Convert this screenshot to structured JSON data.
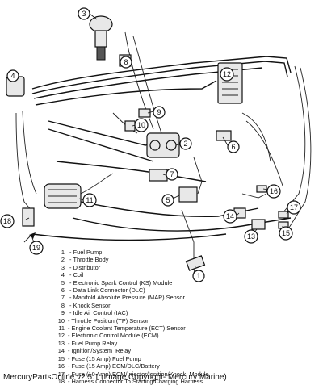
{
  "callouts": [
    "1",
    "2",
    "3",
    "4",
    "5",
    "6",
    "7",
    "8",
    "9",
    "10",
    "11",
    "12",
    "13",
    "14",
    "15",
    "16",
    "17",
    "18",
    "19"
  ],
  "legend": [
    {
      "num": "1",
      "sep": " - ",
      "label": "Fuel Pump"
    },
    {
      "num": "2",
      "sep": " - ",
      "label": "Throttle Body"
    },
    {
      "num": "3",
      "sep": " - ",
      "label": "Distributor"
    },
    {
      "num": "4",
      "sep": " - ",
      "label": "Coil"
    },
    {
      "num": "5",
      "sep": " - ",
      "label": "Electronic Spark Control (KS) Module"
    },
    {
      "num": "6",
      "sep": " - ",
      "label": "Data Link Connector (DLC)"
    },
    {
      "num": "7",
      "sep": " - ",
      "label": "Manifold Absolute Pressure (MAP) Sensor"
    },
    {
      "num": "8",
      "sep": " - ",
      "label": "Knock Sensor"
    },
    {
      "num": "9",
      "sep": " - ",
      "label": "Idle Air Control (IAC)"
    },
    {
      "num": "10",
      "sep": "- ",
      "label": "Throttle Position (TP) Sensor"
    },
    {
      "num": "11",
      "sep": "- ",
      "label": "Engine Coolant Temperature (ECT) Sensor"
    },
    {
      "num": "12",
      "sep": "- ",
      "label": "Electronic Control Module (ECM)"
    },
    {
      "num": "13",
      "sep": "- ",
      "label": "Fuel Pump Relay"
    },
    {
      "num": "14",
      "sep": "- ",
      "label": "Ignition/System  Relay"
    },
    {
      "num": "15",
      "sep": "- ",
      "label": "Fuse (15 Amp) Fuel Pump"
    },
    {
      "num": "16",
      "sep": "- ",
      "label": "Fuse (15 Amp) ECM/DLC/Battery"
    },
    {
      "num": "17",
      "sep": "- ",
      "label": "Fuse (10 Amp) ECM/Injector/Ignition/Knock  Module"
    },
    {
      "num": "18",
      "sep": "- ",
      "label": "Harness Connector To Starting/Charging Harness"
    }
  ],
  "caption": "MercuryPartsOnline v2.5.1 (Image Copyright- Mercury Marine)"
}
